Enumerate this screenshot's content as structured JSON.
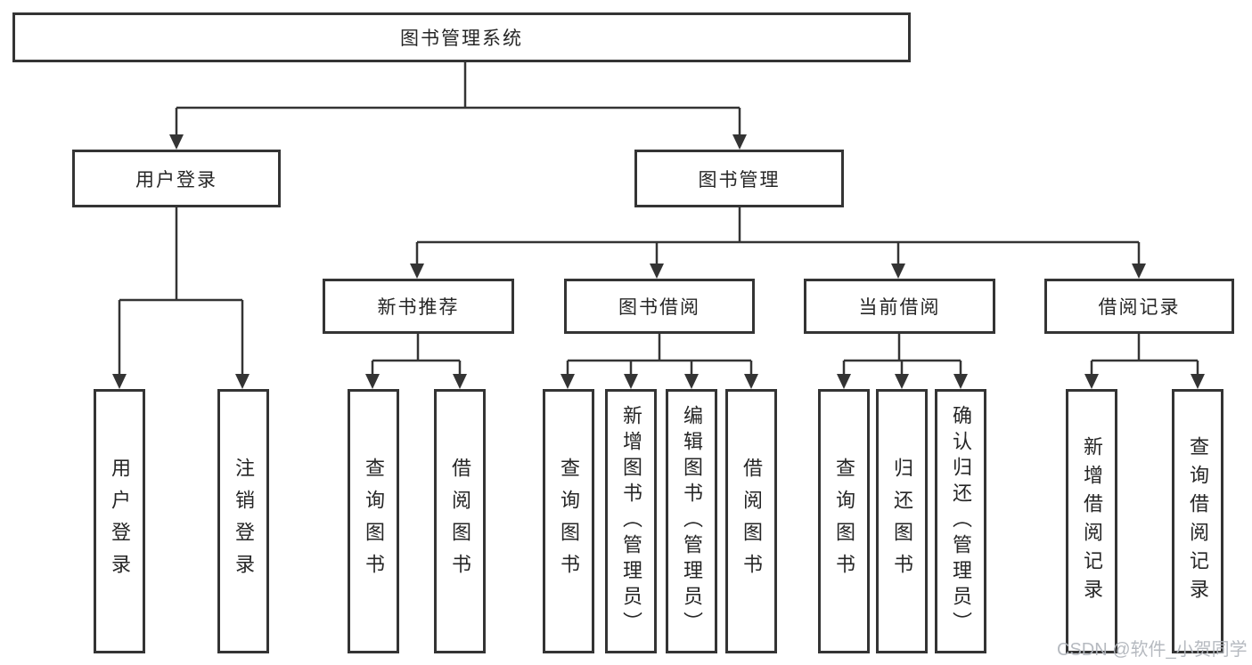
{
  "tree": {
    "label": "图书管理系统",
    "children": [
      {
        "label": "用户登录",
        "children": [
          {
            "label": "用户登录"
          },
          {
            "label": "注销登录"
          }
        ]
      },
      {
        "label": "图书管理",
        "children": [
          {
            "label": "新书推荐",
            "children": [
              {
                "label": "查询图书"
              },
              {
                "label": "借阅图书"
              }
            ]
          },
          {
            "label": "图书借阅",
            "children": [
              {
                "label": "查询图书"
              },
              {
                "label": "新增图书（管理员）"
              },
              {
                "label": "编辑图书（管理员）"
              },
              {
                "label": "借阅图书"
              }
            ]
          },
          {
            "label": "当前借阅",
            "children": [
              {
                "label": "查询图书"
              },
              {
                "label": "归还图书"
              },
              {
                "label": "确认归还（管理员）"
              }
            ]
          },
          {
            "label": "借阅记录",
            "children": [
              {
                "label": "新增借阅记录"
              },
              {
                "label": "查询借阅记录"
              }
            ]
          }
        ]
      }
    ]
  },
  "watermark": {
    "text": "CSDN @软件_小贺同学"
  },
  "colors": {
    "line": "#343434",
    "text": "#262626",
    "background": "#ffffff",
    "watermark": "#b2b6bd"
  }
}
